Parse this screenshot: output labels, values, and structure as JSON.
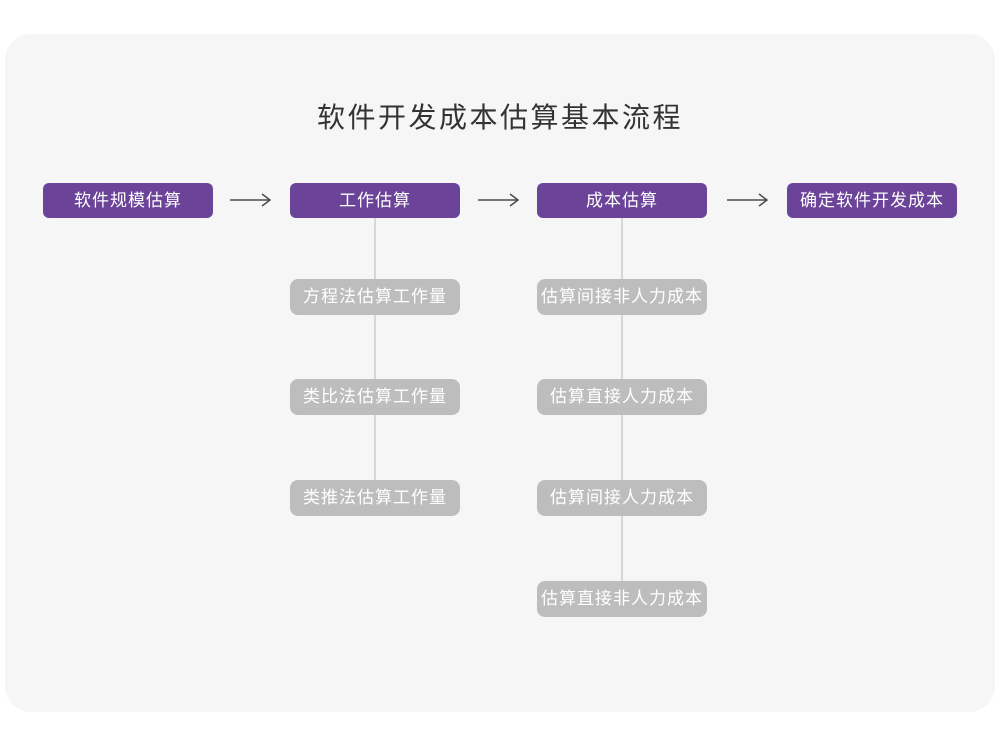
{
  "title": "软件开发成本估算基本流程",
  "colors": {
    "canvas_bg": "#FFFFFF",
    "card_bg": "#F6F6F7",
    "primary_purple": "#6B4499",
    "sub_gray": "#BDBDBD",
    "connector": "#D7D7D7",
    "arrow": "#4C4C4C",
    "title_text": "#333333",
    "box_text": "#FFFFFF"
  },
  "flow": {
    "main_steps": [
      {
        "label": "软件规模估算",
        "children": []
      },
      {
        "label": "工作估算",
        "children": [
          "方程法估算工作量",
          "类比法估算工作量",
          "类推法估算工作量"
        ]
      },
      {
        "label": "成本估算",
        "children": [
          "估算间接非人力成本",
          "估算直接人力成本",
          "估算间接人力成本",
          "估算直接非人力成本"
        ]
      },
      {
        "label": "确定软件开发成本",
        "children": []
      }
    ]
  }
}
